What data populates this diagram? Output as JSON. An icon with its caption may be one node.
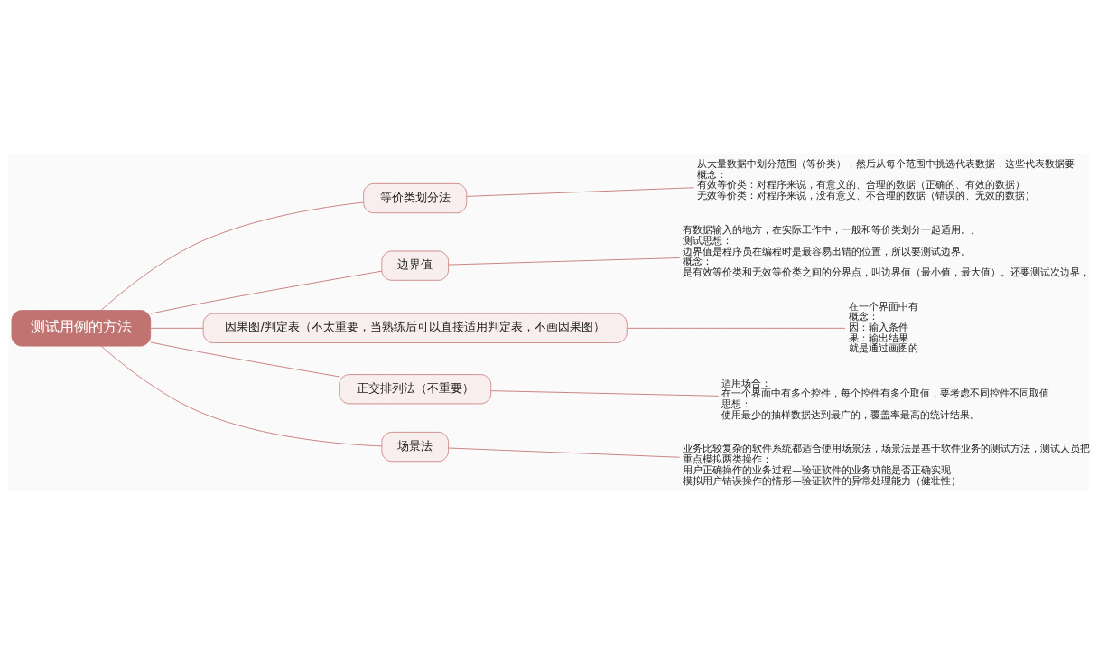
{
  "diagram": {
    "nodes": [
      {
        "text": [
          "测试用例的方法"
        ]
      },
      {
        "text": [
          "等价类划分法"
        ]
      },
      {
        "text": [
          "从大量数据中划分范围（等价类），然后从每个范围中挑选代表数据，这些代表数据要",
          "概念：",
          "有效等价类：对程序来说，有意义的、合理的数据（正确的、有效的数据）",
          "无效等价类：对程序来说，没有意义、不合理的数据（错误的、无效的数据）"
        ]
      },
      {
        "text": [
          "边界值"
        ]
      },
      {
        "text": [
          "有数据输入的地方，在实际工作中，一般和等价类划分一起适用。、",
          "测试思想：",
          "边界值是程序员在编程时是最容易出错的位置，所以要测试边界。",
          "概念：",
          "是有效等价类和无效等价类之间的分界点，叫边界值（最小值，最大值）。还要测试次边界，"
        ]
      },
      {
        "text": [
          "因果图/判定表（不太重要，当熟练后可以直接适用判定表，不画因果图）"
        ]
      },
      {
        "text": [
          "在一个界面中有",
          "概念：",
          "因：输入条件",
          "果：输出结果",
          "就是通过画图的"
        ]
      },
      {
        "text": [
          "正交排列法（不重要）"
        ]
      },
      {
        "text": [
          "适用场合：",
          "在一个界面中有多个控件，每个控件有多个取值，要考虑不同控件不同取值",
          "思想：",
          "使用最少的抽样数据达到最广的，覆盖率最高的统计结果。"
        ]
      },
      {
        "text": [
          "场景法"
        ]
      },
      {
        "text": [
          "业务比较复杂的软件系统都适合使用场景法，场景法是基于软件业务的测试方法，测试人员把",
          "重点模拟两类操作：",
          "用户正确操作的业务过程—验证软件的业务功能是否正确实现",
          "模拟用户错误操作的情形—验证软件的异常处理能力（健壮性）"
        ]
      }
    ],
    "edges": [
      {
        "from": 0,
        "to": 1,
        "arrow": "none"
      },
      {
        "from": 1,
        "to": 2,
        "arrow": "none"
      },
      {
        "from": 0,
        "to": 3,
        "arrow": "none"
      },
      {
        "from": 3,
        "to": 4,
        "arrow": "none"
      },
      {
        "from": 0,
        "to": 5,
        "arrow": "none"
      },
      {
        "from": 5,
        "to": 6,
        "arrow": "none"
      },
      {
        "from": 0,
        "to": 7,
        "arrow": "none"
      },
      {
        "from": 7,
        "to": 8,
        "arrow": "none"
      },
      {
        "from": 0,
        "to": 9,
        "arrow": "none"
      },
      {
        "from": 9,
        "to": 10,
        "arrow": "none"
      }
    ]
  }
}
